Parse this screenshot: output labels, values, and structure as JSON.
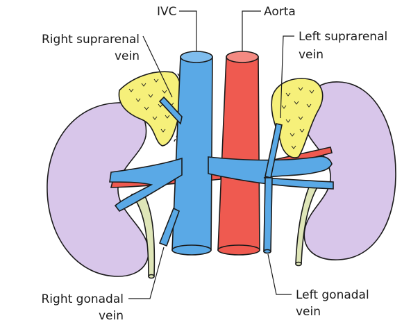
{
  "labels": {
    "ivc": "IVC",
    "aorta": "Aorta",
    "right_suprarenal_line1": "Right suprarenal",
    "right_suprarenal_line2": "vein",
    "left_suprarenal_line1": "Left suprarenal",
    "left_suprarenal_line2": "vein",
    "right_gonadal_line1": "Right gonadal",
    "right_gonadal_line2": "vein",
    "left_gonadal_line1": "Left gonadal",
    "left_gonadal_line2": "vein"
  },
  "colors": {
    "vein_blue": "#5aa9e6",
    "artery_red": "#ef5a50",
    "kidney_purple": "#d8c6ea",
    "suprarenal_yellow": "#f6f07a",
    "ureter_green": "#dfe6b8",
    "outline": "#1a1a1a"
  }
}
